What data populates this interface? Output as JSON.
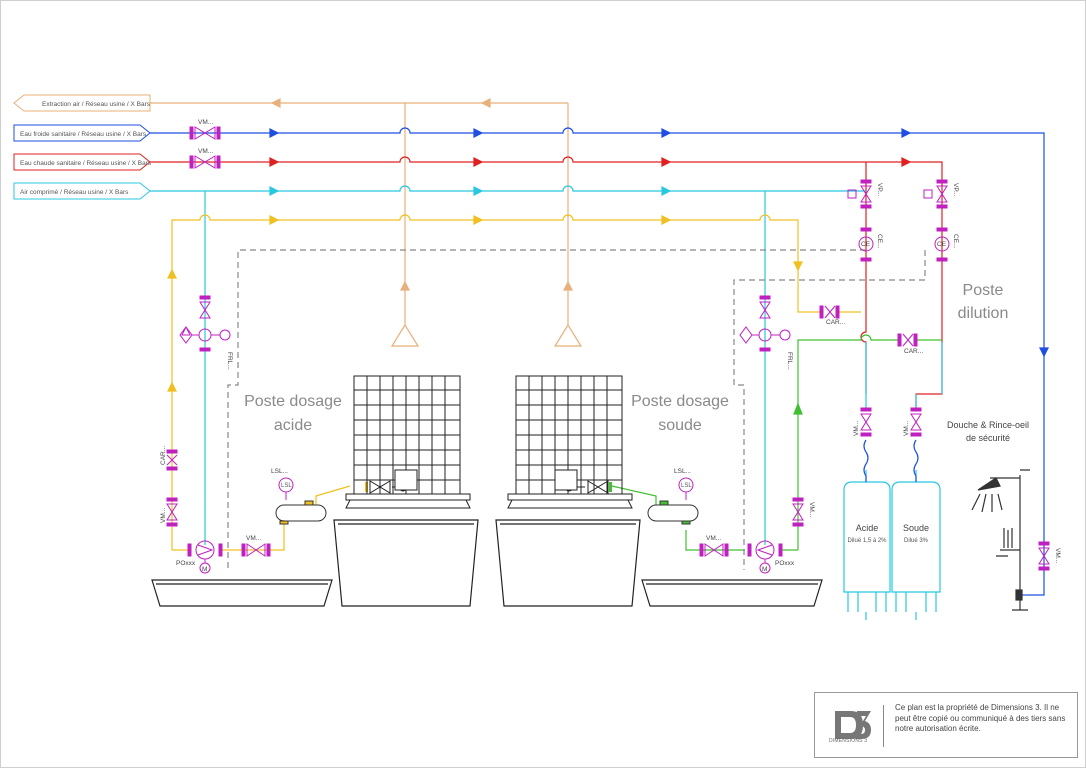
{
  "colors": {
    "air_extraction": "#e8b07a",
    "cold_water": "#1f4fe0",
    "hot_water": "#e02020",
    "compressed_air": "#28c8e0",
    "acid": "#f0c020",
    "soda": "#40c030",
    "valve": "#c020c0",
    "dashed": "#888888"
  },
  "lines": {
    "air_extraction": "Extraction air / Réseau usine / X Bars",
    "cold_water": "Eau froide sanitaire / Réseau usine / X Bars",
    "hot_water": "Eau chaude sanitaire / Réseau usine / X Bars",
    "compressed_air": "Air comprimé / Réseau usine / X Bars"
  },
  "tags": {
    "vm": "VM...",
    "vp": "VP...",
    "ce": "CE",
    "ce_label": "CE...",
    "car": "CAR...",
    "frl": "FRL...",
    "po": "POxxx",
    "lsl": "LSL...",
    "lsl_symbol": "LSL",
    "motor": "M",
    "ce_symbol": "CE"
  },
  "stations": {
    "acid": [
      "Poste dosage",
      "acide"
    ],
    "soda": [
      "Poste dosage",
      "soude"
    ],
    "dilution": [
      "Poste",
      "dilution"
    ],
    "shower": [
      "Douche & Rince-oeil",
      "de sécurité"
    ]
  },
  "tanks": {
    "acid": {
      "name": "Acide",
      "detail": "Dilué 1,5 à 2%"
    },
    "soda": {
      "name": "Soude",
      "detail": "Dilué 3%"
    }
  },
  "footer": {
    "logo_text": "DIMENSIONS 3",
    "legal": "Ce plan est la propriété de Dimensions 3. Il ne peut être copié ou communiqué à des tiers sans notre autorisation écrite."
  }
}
